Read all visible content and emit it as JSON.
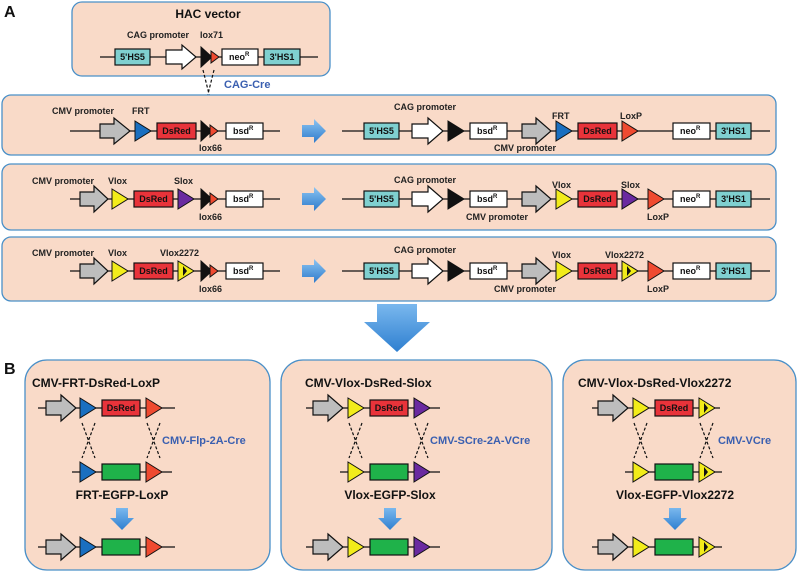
{
  "panel_a": {
    "label": "A",
    "hac": {
      "title": "HAC vector",
      "cag_promoter": "CAG promoter",
      "lox71": "lox71",
      "hs5": "5'HS5",
      "neo": "neo",
      "neo_sup": "R",
      "hs1": "3'HS1"
    },
    "cag_cre": "CAG-Cre",
    "row1": {
      "cmv_promoter": "CMV promoter",
      "frt": "FRT",
      "dsred": "DsRed",
      "lox66": "lox66",
      "bsd": "bsd",
      "bsd_sup": "R",
      "r_cag_promoter": "CAG promoter",
      "r_frt": "FRT",
      "r_loxp": "LoxP",
      "r_cmv_promoter": "CMV promoter"
    },
    "row2": {
      "cmv_promoter": "CMV promoter",
      "vlox": "Vlox",
      "slox": "Slox",
      "dsred": "DsRed",
      "lox66": "lox66",
      "r_cag_promoter": "CAG promoter",
      "r_vlox": "Vlox",
      "r_slox": "Slox",
      "r_cmv_promoter": "CMV promoter",
      "r_loxp": "LoxP"
    },
    "row3": {
      "cmv_promoter": "CMV promoter",
      "vlox": "Vlox",
      "vlox2272": "Vlox2272",
      "dsred": "DsRed",
      "lox66": "lox66",
      "r_cag_promoter": "CAG promoter",
      "r_vlox": "Vlox",
      "r_vlox2272": "Vlox2272",
      "r_cmv_promoter": "CMV promoter",
      "r_loxp": "LoxP"
    }
  },
  "panel_b": {
    "label": "B",
    "box1": {
      "title": "CMV-FRT-DsRed-LoxP",
      "dsred": "DsRed",
      "enzyme": "CMV-Flp-2A-Cre",
      "product": "FRT-EGFP-LoxP"
    },
    "box2": {
      "title": "CMV-Vlox-DsRed-Slox",
      "dsred": "DsRed",
      "enzyme": "CMV-SCre-2A-VCre",
      "product": "Vlox-EGFP-Slox"
    },
    "box3": {
      "title": "CMV-Vlox-DsRed-Vlox2272",
      "dsred": "DsRed",
      "enzyme": "CMV-VCre",
      "product": "Vlox-EGFP-Vlox2272"
    }
  },
  "colors": {
    "panel_fill": "#f9dac8",
    "panel_border": "#4a90c8",
    "hs_box": "#7fd0d0",
    "dsred": "#e8333a",
    "egfp": "#1fb24a",
    "frt": "#1a6fc0",
    "vlox": "#f2ec1a",
    "slox": "#6a2aa0",
    "loxp": "#ef4a30",
    "promoter": "#bdbdbd",
    "arrow_blue": "#3d8fd8",
    "enzyme_text": "#3a5fb0"
  }
}
